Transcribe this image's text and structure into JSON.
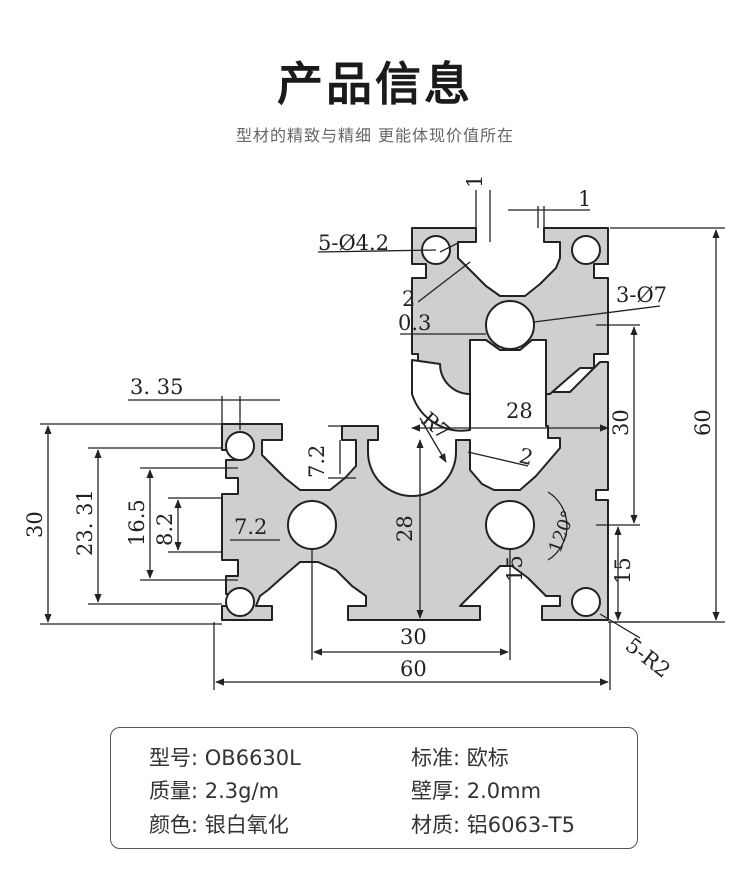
{
  "header": {
    "title": "产品信息",
    "subtitle": "型材的精致与精细 更能体现价值所在"
  },
  "drawing": {
    "dimensions": {
      "hole_spec": "5-Ø4.2",
      "bore_spec": "3-Ø7",
      "top_left_1": "1",
      "top_right_1": "1",
      "slot_2": "2",
      "thickness_03": "0.3",
      "left_335": "3. 35",
      "width_28_top": "28",
      "height_30_right": "30",
      "height_60_total": "60",
      "radius_r7": "R7",
      "wall_2": "2",
      "slot_72_vert": "7.2",
      "slot_72_horz": "7.2",
      "height_28_center": "28",
      "height_30_left": "30",
      "height_2331": "23. 31",
      "height_165": "16.5",
      "height_82": "8.2",
      "angle_120": "120°",
      "left_15": "15",
      "right_15": "15",
      "corner_r2": "5-R2",
      "width_30_bottom": "30",
      "width_60_bottom": "60"
    }
  },
  "spec": {
    "model": {
      "label": "型号:",
      "value": "OB6630L"
    },
    "standard": {
      "label": "标准:",
      "value": "欧标"
    },
    "weight": {
      "label": "质量:",
      "value": "2.3g/m"
    },
    "wall": {
      "label": "壁厚:",
      "value": "2.0mm"
    },
    "color": {
      "label": "颜色:",
      "value": "银白氧化"
    },
    "material": {
      "label": "材质:",
      "value": "铝6063-T5"
    }
  },
  "colors": {
    "profile_fill": "#cfcfcf",
    "line": "#222222"
  }
}
